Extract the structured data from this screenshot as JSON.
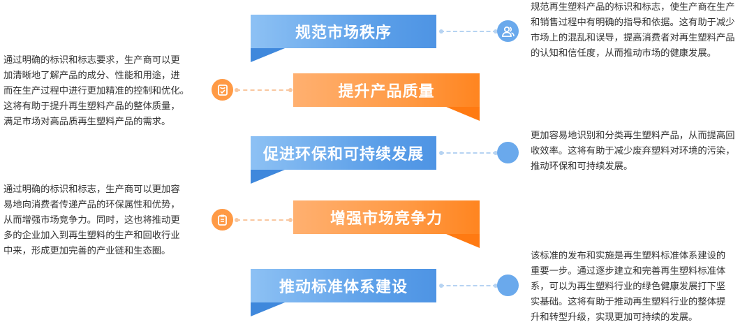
{
  "items": [
    {
      "title": "规范市场秩序",
      "side": "right",
      "icon": "users-icon",
      "color": "#5a9ee8",
      "lines": [
        "规范再生塑料产品的标识和标志，使生产商在生产",
        "和销售过程中有明确的指导和依据。这有助于减少",
        "市场上的混乱和误导，提高消费者对再生塑料产品",
        "的认知和信任度，从而推动市场的健康发展。"
      ]
    },
    {
      "title": "提升产品质量",
      "side": "left",
      "icon": "quality-check-icon",
      "color": "#ff9a45",
      "lines": [
        "通过明确的标识和标志要求，生产商可以更",
        "加清晰地了解产品的成分、性能和用途，进",
        "而在生产过程中进行更加精准的控制和优化。",
        "这将有助于提升再生塑料产品的整体质量，",
        "满足市场对高品质再生塑料产品的需求。"
      ]
    },
    {
      "title": "促进环保和可持续发展",
      "side": "right",
      "icon": "circle-icon",
      "color": "#5a9ee8",
      "lines": [
        "更加容易地识别和分类再生塑料产品，从而提高回",
        "收效率。这将有助于减少废弃塑料对环境的污染，",
        "推动环保和可持续发展。"
      ]
    },
    {
      "title": "增强市场竞争力",
      "side": "left",
      "icon": "clipboard-icon",
      "color": "#ff9a45",
      "lines": [
        "通过明确的标识和标志，生产商可以更加容",
        "易地向消费者传递产品的环保属性和优势，",
        "从而增强市场竞争力。同时，这也将推动更",
        "多的企业加入到再生塑料的生产和回收行业",
        "中来，形成更加完善的产业链和生态圈。"
      ]
    },
    {
      "title": "推动标准体系建设",
      "side": "right",
      "icon": "circle-icon",
      "color": "#5a9ee8",
      "lines": [
        "该标准的发布和实施是再生塑料标准体系建设的",
        "重要一步。通过逐步建立和完善再生塑料标准体",
        "系，可以为再生塑料行业的绿色健康发展打下坚",
        "实基础。这将有助于推动再生塑料行业的整体提",
        "升和转型升级，实现更加可持续的发展。"
      ]
    }
  ]
}
